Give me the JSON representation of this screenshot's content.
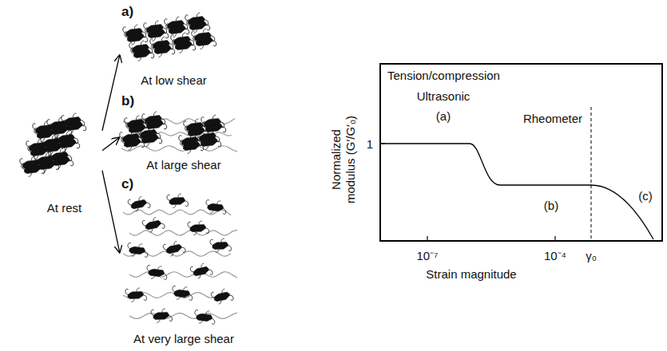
{
  "diagram": {
    "nodes": [
      {
        "text": [
          "At rest"
        ]
      },
      {
        "text": [
          "a)",
          "At low shear"
        ]
      },
      {
        "text": [
          "b)",
          "At large shear"
        ]
      },
      {
        "text": [
          "c)",
          "At very large shear"
        ]
      }
    ],
    "edges": [
      {
        "from": 0,
        "to": 1,
        "arrow": "to"
      },
      {
        "from": 0,
        "to": 2,
        "arrow": "to"
      },
      {
        "from": 0,
        "to": 3,
        "arrow": "to"
      }
    ],
    "labels": [
      "1",
      "Tension/compression Ultrasonic",
      "(a)",
      "Rheometer",
      "(b)",
      "(c)",
      "Normalized modulus (G′/G′₀)",
      "10⁻⁷",
      "10⁻⁴",
      "γ₀",
      "Strain magnitude"
    ]
  }
}
